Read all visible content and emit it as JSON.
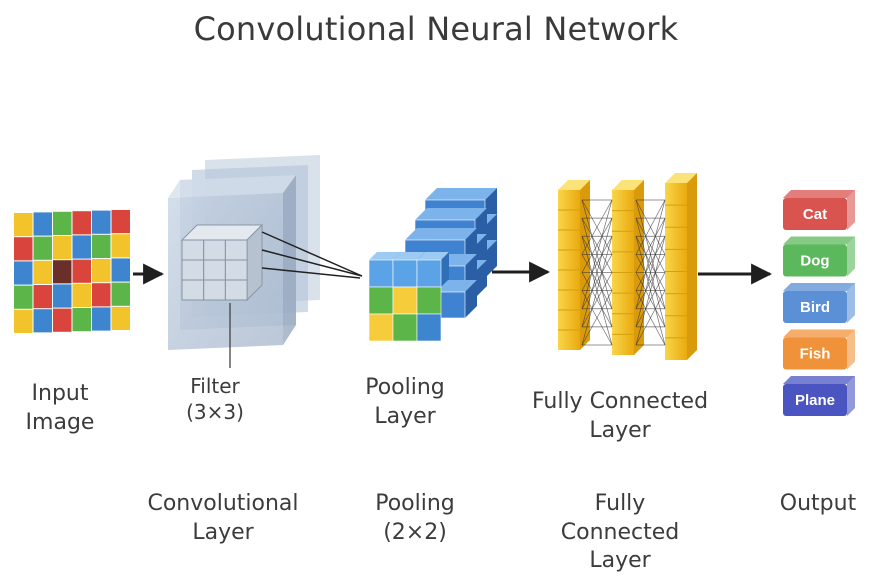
{
  "title": "Convolutional Neural Network",
  "input": {
    "line1": "Input",
    "line2": "Image"
  },
  "filter": {
    "line1": "Filter",
    "line2": "(3×3)"
  },
  "pooling_layer": {
    "line1": "Pooling",
    "line2": "Layer"
  },
  "fc_layer": {
    "line1": "Fully Connected",
    "line2": "Layer"
  },
  "bottom": {
    "conv": {
      "line1": "Convolutional",
      "line2": "Layer"
    },
    "pool": {
      "line1": "Pooling",
      "line2": "(2×2)"
    },
    "fc": {
      "line1": "Fully",
      "line2": "Connected",
      "line3": "Layer"
    },
    "output": "Output"
  },
  "outputs": [
    {
      "label": "Cat",
      "color": "#d9534f"
    },
    {
      "label": "Dog",
      "color": "#5cb85c"
    },
    {
      "label": "Bird",
      "color": "#5b8fd6"
    },
    {
      "label": "Fish",
      "color": "#f0923a"
    },
    {
      "label": "Plane",
      "color": "#4a55c2"
    }
  ],
  "colors": {
    "red": "#d9443c",
    "blue": "#3d86cf",
    "green": "#5cb548",
    "yellow": "#f3c32b",
    "dark": "#6b2f2a",
    "fc_yellow": "#f5c518",
    "arrow": "#1f1f1f"
  }
}
